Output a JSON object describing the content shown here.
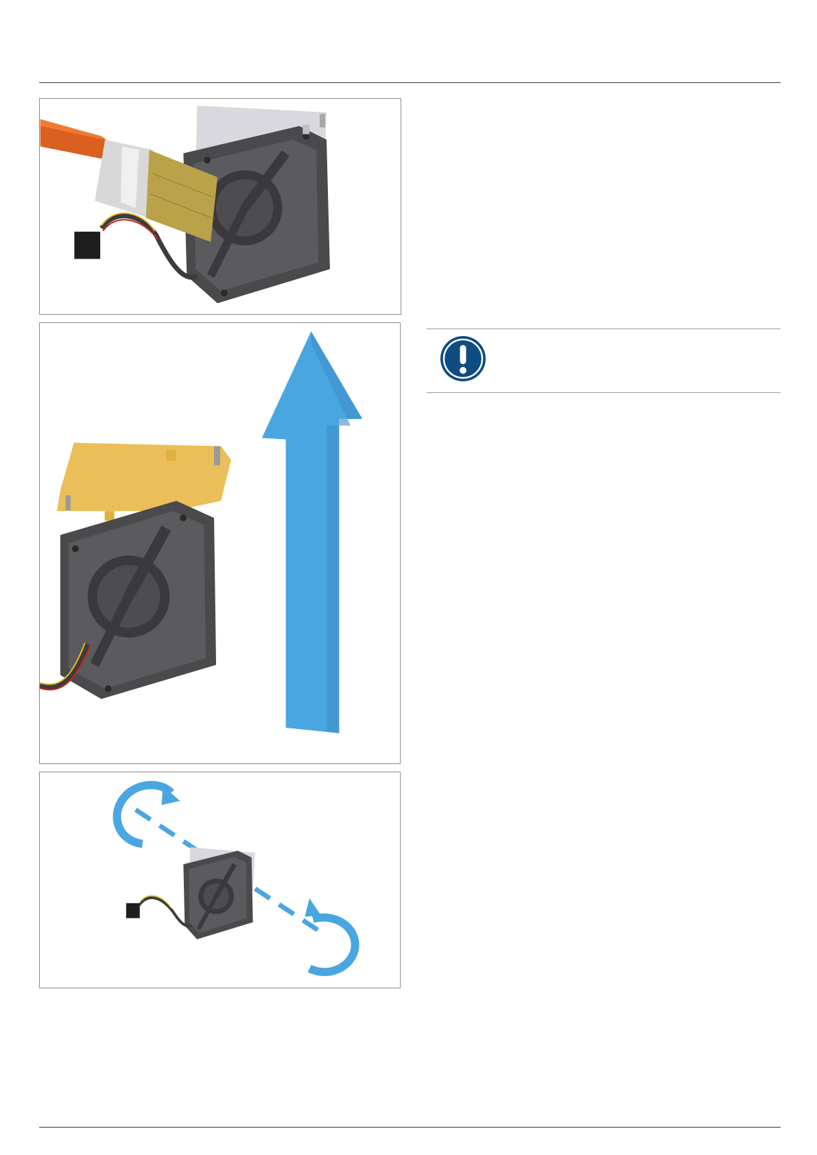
{
  "page": {
    "header_rule": true,
    "footer_rule": true
  },
  "figures": [
    {
      "id": "fig-1",
      "subject": "brush-applying-coating-to-fan",
      "icon": "paint-brush-icon"
    },
    {
      "id": "fig-2",
      "subject": "lift-cover-plate-off-fan",
      "icon": "arrow-up-icon"
    },
    {
      "id": "fig-3",
      "subject": "rotate-fan-assembly",
      "icon": "rotate-icon"
    }
  ],
  "notice": {
    "icon": "exclamation-icon",
    "color": "#0f4c81"
  },
  "colors": {
    "arrow_blue": "#4aa6e0",
    "fan_gray": "#4a4a4c",
    "plate_yellow": "#e8b84a",
    "brush_orange": "#d9601e"
  }
}
